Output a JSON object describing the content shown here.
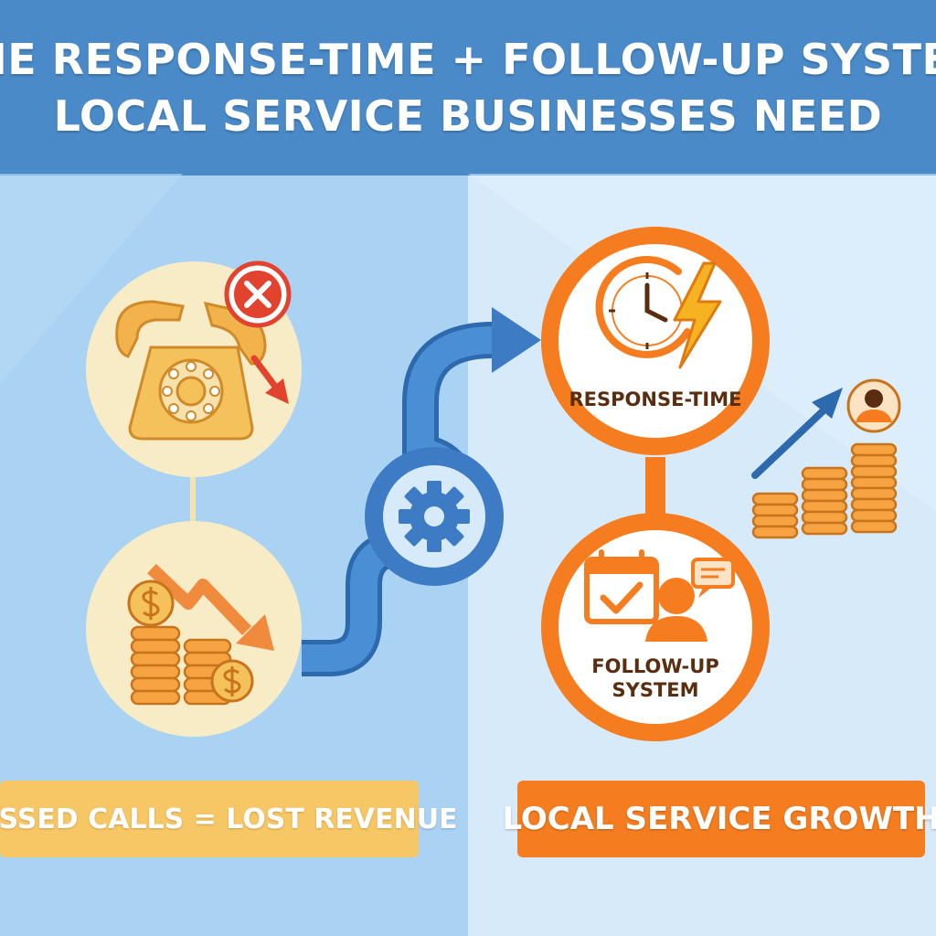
{
  "header": {
    "title_line1": "THE RESPONSE-TIME + FOLLOW-UP SYSTEM",
    "title_line2": "LOCAL SERVICE BUSINESSES NEED"
  },
  "nodes": {
    "response_time": {
      "label": "RESPONSE-TIME",
      "icon": "clock-lightning-icon"
    },
    "follow_up": {
      "label_line1": "FOLLOW-UP",
      "label_line2": "SYSTEM",
      "icon": "calendar-person-chat-icon"
    },
    "missed_call": {
      "icon": "broken-phone-icon"
    },
    "lost_money": {
      "icon": "falling-coins-icon"
    },
    "process": {
      "icon": "gear-icon"
    },
    "growth": {
      "icon": "rising-coins-icon"
    }
  },
  "banners": {
    "left": "MISSED CALLS = LOST REVENUE",
    "right": "LOCAL SERVICE GROWTH"
  },
  "colors": {
    "header": "#4a8ac8",
    "flow_arrow": "#3d7cc4",
    "accent_orange": "#f57d1f",
    "icon_gold": "#f5c15a",
    "banner_left": "#f7c765"
  }
}
